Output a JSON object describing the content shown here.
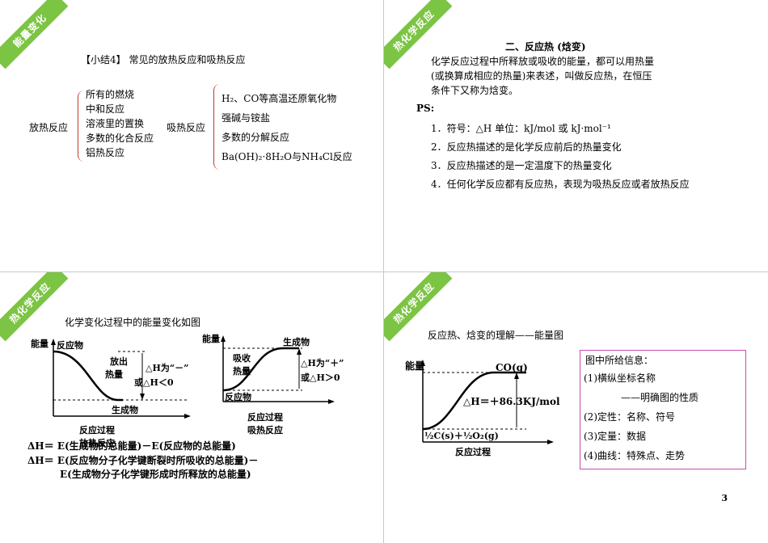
{
  "page_number": "3",
  "ribbons": {
    "p1": "能量变化",
    "p2": "热化学反应",
    "p3": "热化学反应",
    "p4": "热化学反应"
  },
  "panel1": {
    "title": "【小结4】 常见的放热反应和吸热反应",
    "exo_label": "放热反应",
    "exo_items": [
      "所有的燃烧",
      "中和反应",
      "溶液里的置换",
      "多数的化合反应",
      "铝热反应"
    ],
    "endo_label": "吸热反应",
    "endo_items": [
      "H₂、CO等高温还原氧化物",
      "强碱与铵盐",
      "多数的分解反应",
      "Ba(OH)₂·8H₂O与NH₄Cl反应"
    ]
  },
  "panel2": {
    "title": "二、反应热 (焓变)",
    "intro": [
      "化学反应过程中所释放或吸收的能量，都可以用热量",
      "(或换算成相应的热量)来表述，叫做反应热，在恒压",
      "条件下又称为焓变。"
    ],
    "ps": "PS:",
    "items": [
      "1．符号：△H       单位：kJ/mol 或 kJ·mol⁻¹",
      "2．反应热描述的是化学反应前后的热量变化",
      "3．反应热描述的是一定温度下的热量变化",
      "4．任何化学反应都有反应热，表现为吸热反应或者放热反应"
    ]
  },
  "panel3": {
    "title": "化学变化过程中的能量变化如图",
    "left_graph": {
      "ylabel": "能量",
      "top_label": "反应物",
      "bottom_label": "生成物",
      "note1": "放出",
      "note2": "热量",
      "sign": "△H为“－”",
      "cond": "或△H＜0",
      "xlabel": "反应过程",
      "caption": "放热反应"
    },
    "right_graph": {
      "ylabel": "能量",
      "top_label": "生成物",
      "bottom_label": "反应物",
      "note1": "吸收",
      "note2": "热量",
      "sign": "△H为“＋”",
      "cond": "或△H＞0",
      "xlabel": "反应过程",
      "caption": "吸热反应"
    },
    "formulas": [
      "ΔH＝ E(生成物的总能量)－E(反应物的总能量)",
      "ΔH＝ E(反应物分子化学键断裂时所吸收的总能量)－",
      "E(生成物分子化学键形成时所释放的总能量)"
    ]
  },
  "panel4": {
    "title": "反应热、焓变的理解——能量图",
    "graph": {
      "ylabel": "能量",
      "product": "CO(g)",
      "reactant": "½C(s)＋½O₂(g)",
      "dh": "△H＝＋86.3KJ/mol",
      "xlabel": "反应过程"
    },
    "info": [
      "图中所给信息：",
      "(1)横纵坐标名称",
      "——明确图的性质",
      "(2)定性：名称、符号",
      "(3)定量：数据",
      "(4)曲线：特殊点、走势"
    ]
  }
}
